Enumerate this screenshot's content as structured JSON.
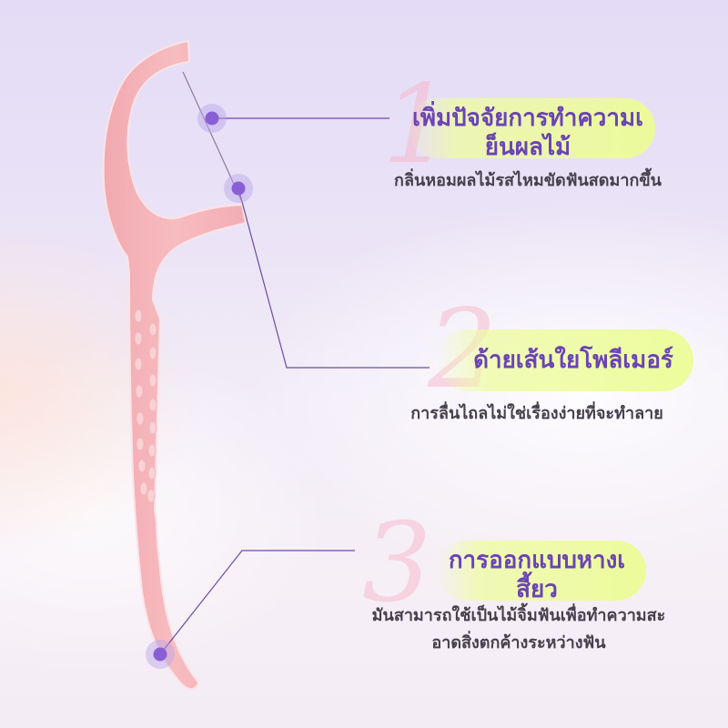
{
  "features": [
    {
      "number": "1",
      "title_line1": "เพิ่มปัจจัยการทำความเ",
      "title_line2": "ย็นผลไม้",
      "description_line1": "กลิ่นหอมผลไม้รสไหมขัดฟันสดมากขึ้น"
    },
    {
      "number": "2",
      "title_line1": "ด้ายเส้นใยโพลีเมอร์",
      "description_line1": "การลื่นไถลไม่ใช่เรื่องง่ายที่จะทำลาย"
    },
    {
      "number": "3",
      "title_line1": "การออกแบบหางเ",
      "title_line2": "สี้ยว",
      "description_line1": "มันสามารถใช้เป็นไม้จิ้มฟันเพื่อทำความสะ",
      "description_line2": "อาดสิ่งตกค้างระหว่างฟัน"
    }
  ],
  "colors": {
    "title": "#6a44b4",
    "description": "#45404c",
    "highlight": "#eefca0",
    "flosser": "#f5b8bc",
    "callout_dot": "#8a5fd6",
    "callout_line": "#6b4aa6",
    "big_number": "#f8b0c4"
  }
}
